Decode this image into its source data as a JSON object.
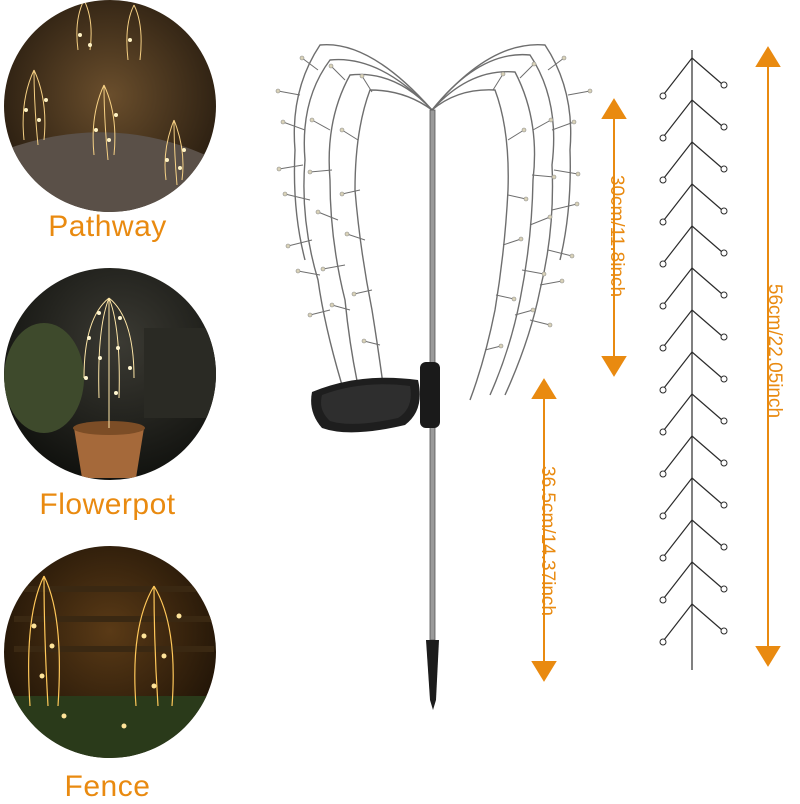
{
  "usage_scenes": [
    {
      "label": "Pathway",
      "photo": "pathway-lights-photo"
    },
    {
      "label": "Flowerpot",
      "photo": "flowerpot-light-photo"
    },
    {
      "label": "Fence",
      "photo": "fence-lights-photo"
    }
  ],
  "dimensions": {
    "top_height": "30cm/11.8inch",
    "stake_height": "36.5cm/14.37inch",
    "branch_length": "56cm/22.05inch"
  },
  "colors": {
    "accent": "#e98a10",
    "wire": "#3a3a3a",
    "panel": "#1e1e1e"
  }
}
